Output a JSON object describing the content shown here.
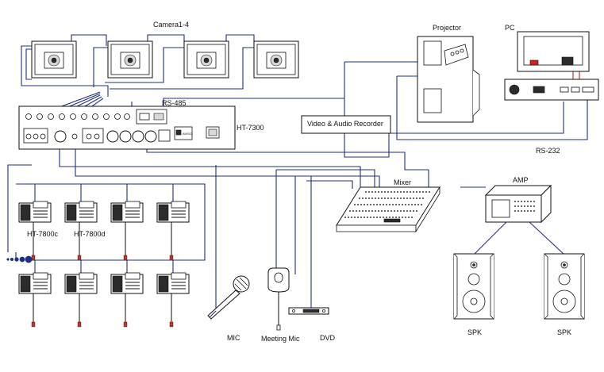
{
  "labels": {
    "cameras": "Camera1-4",
    "projector": "Projector",
    "pc": "PC",
    "rs485": "RS-485",
    "main_unit": "HT-7300",
    "recorder": "Video & Audio Recorder",
    "rs232": "RS-232",
    "mixer": "Mixer",
    "amp": "AMP",
    "chairman_unit": "HT-7800c",
    "delegate_unit": "HT-7800d",
    "mic": "MIC",
    "meeting_mic": "Meeting Mic",
    "dvd": "DVD",
    "speaker_left": "SPK",
    "speaker_right": "SPK"
  },
  "colors": {
    "cable": "#1f2f86",
    "video_link": "#d21f1f",
    "outline": "#111111"
  }
}
